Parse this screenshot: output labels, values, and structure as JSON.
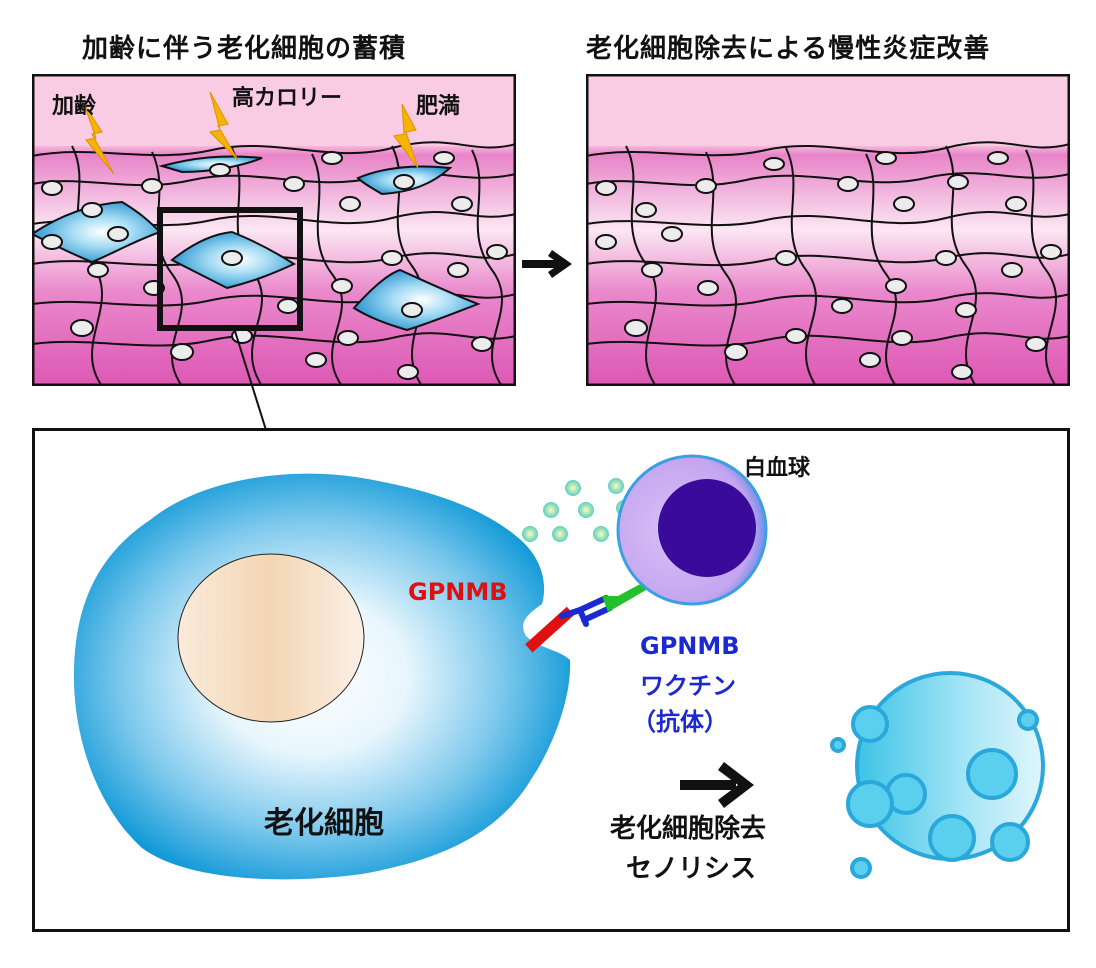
{
  "titles": {
    "left": "加齢に伴う老化細胞の蓄積",
    "right": "老化細胞除去による慢性炎症改善"
  },
  "top_left_panel": {
    "stressors": [
      "加齢",
      "高カロリー",
      "肥満"
    ]
  },
  "bottom_panel": {
    "senescent_cell_label": "老化細胞",
    "marker_label": "GPNMB",
    "leukocyte_label": "白血球",
    "vaccine_label_line1": "GPNMB",
    "vaccine_label_line2": "ワクチン",
    "vaccine_label_line3": "（抗体）",
    "outcome_line1": "老化細胞除去",
    "outcome_line2": "セノリシス"
  },
  "colors": {
    "tissue_pink_light": "#f9cce3",
    "tissue_pink_dark": "#e060b8",
    "senescent_blue": "#1a9ad6",
    "marker_red": "#e01010",
    "vaccine_blue": "#1a2ad0",
    "receptor_green": "#22c02a",
    "leukocyte_lilac": "#c9a6f0",
    "leukocyte_nucleus": "#3a0a9a",
    "lightning": "#f5b400"
  }
}
